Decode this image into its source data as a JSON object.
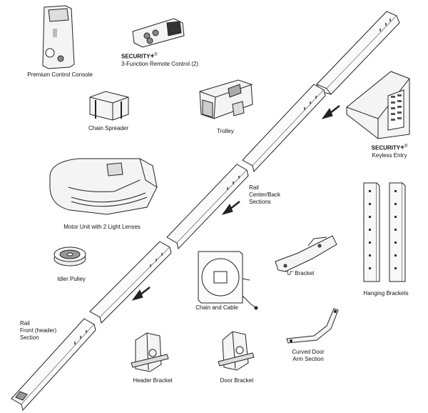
{
  "labels": {
    "control_console": "Premium Control Console",
    "remote_brand": "SECURITY",
    "remote_brand_mark": "+",
    "remote_reg": "®",
    "remote_desc": "3-Function Remote Control (2)",
    "chain_spreader": "Chain Spreader",
    "trolley": "Trolley",
    "keyless_brand": "SECURITY",
    "keyless_brand_mark": "+",
    "keyless_reg": "®",
    "keyless_desc": "Keyless Entry",
    "motor_unit": "Motor Unit with 2 Light Lenses",
    "rail_center_line1": "Rail",
    "rail_center_line2": "Center/Back",
    "rail_center_line3": "Sections",
    "idler_pulley": "Idler Pulley",
    "u_bracket": "\"U\" Bracket",
    "hanging_brackets": "Hanging Brackets",
    "chain_and_cable": "Chain and Cable",
    "rail_front_line1": "Rail",
    "rail_front_line2": "Front (header)",
    "rail_front_line3": "Section",
    "header_bracket": "Header Bracket",
    "door_bracket": "Door Bracket",
    "curved_arm_line1": "Curved Door",
    "curved_arm_line2": "Arm Section"
  }
}
